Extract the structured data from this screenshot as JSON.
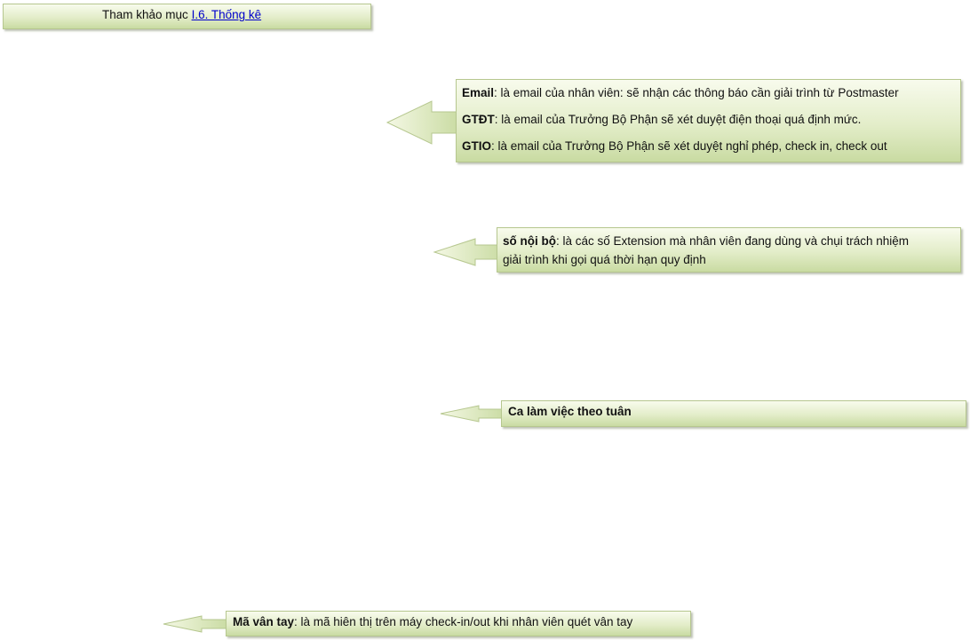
{
  "reference": {
    "prefix": "Tham khảo mục",
    "link": "I.6. Thống kê"
  },
  "callouts": {
    "email": [
      {
        "term": "Email",
        "text": ": là email của nhân viên: sẽ nhận các thông báo cần giải trình từ Postmaster"
      },
      {
        "term": "GTĐT",
        "text": ": là email của Trưởng Bộ Phận sẽ xét duyệt điện thoại quá định mức."
      },
      {
        "term": "GTIO",
        "text": ": là email của Trưởng Bộ Phận sẽ xét duyệt nghỉ phép, check in, check out"
      }
    ],
    "extension": {
      "term": "số nội bộ",
      "text_line1": ": là các số Extension mà nhân viên đang dùng và chụi trách nhiệm",
      "text_line2": "giải trình khi gọi quá thời hạn quy định"
    },
    "shift": {
      "term": "Ca làm việc theo tuân"
    },
    "fingerprint": {
      "term": "Mã vân tay",
      "text": ": là mã hiên thị trên máy check-in/out khi nhân viên quét vân tay"
    }
  }
}
